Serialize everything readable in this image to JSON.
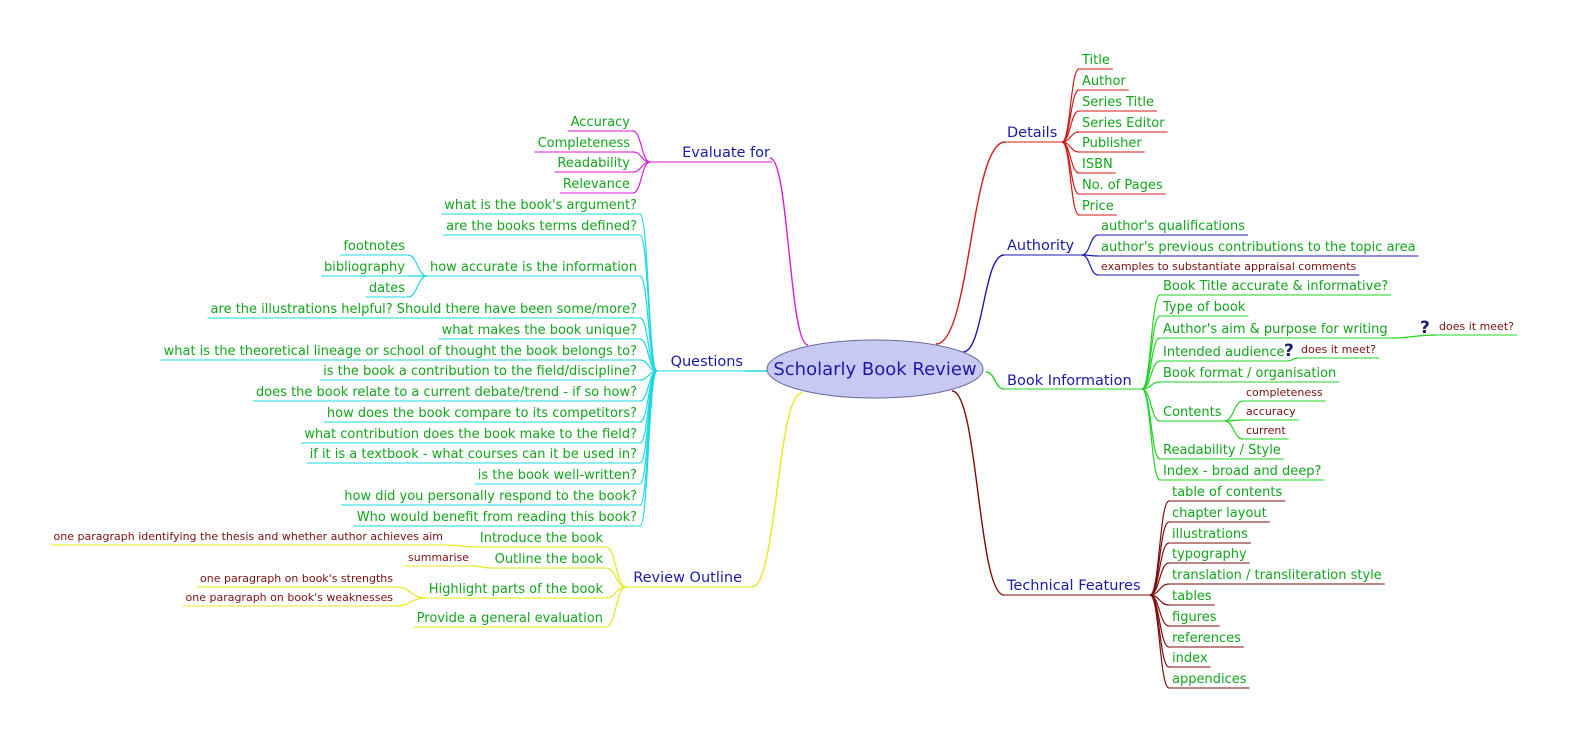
{
  "map": {
    "center": "Scholarly Book Review",
    "colors": {
      "center_fill": "#c8c9f2",
      "branch_label": "#1a1aa6",
      "topic_text": "#12a51c",
      "note_text": "#7a1010",
      "details": "#d41a1a",
      "authority": "#1a1ab0",
      "book_information": "#22d422",
      "technical_features": "#7a0d0d",
      "evaluate_for": "#d81ad8",
      "questions": "#1ad8e6",
      "review_outline": "#e8e81a"
    },
    "details": {
      "label": "Details",
      "items": [
        "Title",
        "Author",
        "Series Title",
        "Series Editor",
        "Publisher",
        "ISBN",
        "No. of Pages",
        "Price"
      ]
    },
    "authority": {
      "label": "Authority",
      "items": [
        "author's qualifications",
        "author's previous contributions to the topic area",
        "examples to substantiate appraisal comments"
      ]
    },
    "book_information": {
      "label": "Book Information",
      "items": [
        "Book Title accurate & informative?",
        "Type of book",
        "Author's aim & purpose for writing",
        "Intended audience",
        "Book format / organisation",
        "Contents",
        "Readability / Style",
        "Index - broad and deep?"
      ],
      "aim_note": "does it meet?",
      "audience_note": "does it meet?",
      "contents_sub": [
        "completeness",
        "accuracy",
        "current"
      ],
      "question_icon": "question-mark-icon"
    },
    "technical_features": {
      "label": "Technical Features",
      "items": [
        "table of contents",
        "chapter layout",
        "illustrations",
        "typography",
        "translation / transliteration style",
        "tables",
        "figures",
        "references",
        "index",
        "appendices"
      ]
    },
    "evaluate_for": {
      "label": "Evaluate for",
      "items": [
        "Accuracy",
        "Completeness",
        "Readability",
        "Relevance"
      ]
    },
    "questions": {
      "label": "Questions",
      "items": [
        "what is the book's argument?",
        "are the books terms defined?",
        "how accurate is the information",
        "are the illustrations helpful? Should there have been some/more?",
        "what makes the book unique?",
        "what is the theoretical lineage or school of thought the book belongs to?",
        "is the book a contribution to the field/discipline?",
        "does the book relate to a current debate/trend - if so how?",
        "how does the book compare to its competitors?",
        "what contribution does the book make to the field?",
        "if it is a textbook - what courses can it be used in?",
        "is the book well-written?",
        "how did you personally respond to the book?",
        "Who would benefit from reading this book?"
      ],
      "accuracy_sub": [
        "footnotes",
        "bibliography",
        "dates"
      ]
    },
    "review_outline": {
      "label": "Review Outline",
      "items": [
        "Introduce the book",
        "Outline the book",
        "Highlight parts of the book",
        "Provide a general evaluation"
      ],
      "intro_note": "one paragraph identifying the thesis and whether author achieves aim",
      "outline_note": "summarise",
      "highlight_notes": [
        "one paragraph on book's strengths",
        "one paragraph on book's weaknesses"
      ]
    }
  }
}
